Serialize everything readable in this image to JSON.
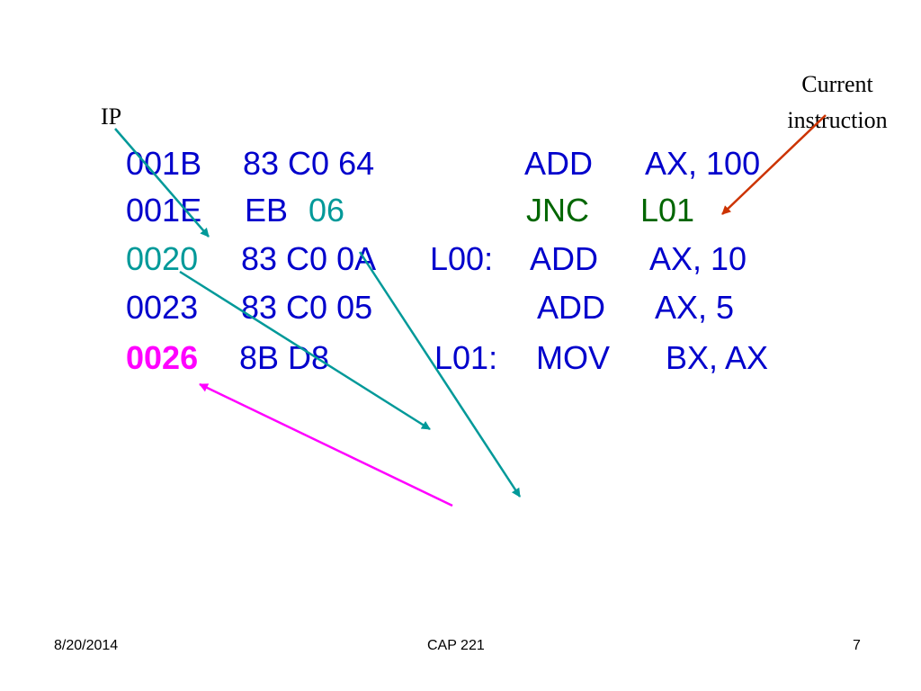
{
  "labels": {
    "ip": "IP",
    "current_instruction": [
      "Current",
      "instruction"
    ]
  },
  "code_lines": [
    {
      "address": "001B",
      "bytes": [
        "83 C0 64"
      ],
      "label": "",
      "mnemonic": "ADD",
      "operands": "AX, 100"
    },
    {
      "address": "001E",
      "bytes": [
        "EB",
        "06"
      ],
      "label": "",
      "mnemonic": "JNC",
      "operands": "L01"
    },
    {
      "address": "0020",
      "bytes": [
        "83 C0 0A"
      ],
      "label": "L00:",
      "mnemonic": "ADD",
      "operands": "AX, 10"
    },
    {
      "address": "0023",
      "bytes": [
        "83 C0 05"
      ],
      "label": "",
      "mnemonic": "ADD",
      "operands": "AX, 5"
    },
    {
      "address": "0026",
      "bytes": [
        "8B D8"
      ],
      "label": "L01:",
      "mnemonic": "MOV",
      "operands": "BX, AX"
    }
  ],
  "footer": {
    "date": "8/20/2014",
    "course": "CAP 221",
    "page": "7"
  },
  "colors": {
    "code": "#0000cc",
    "offset_highlight": "#009999",
    "current_instruction": "#006600",
    "new_ip": "#ff00ff",
    "current_arrow": "#cc3300"
  }
}
